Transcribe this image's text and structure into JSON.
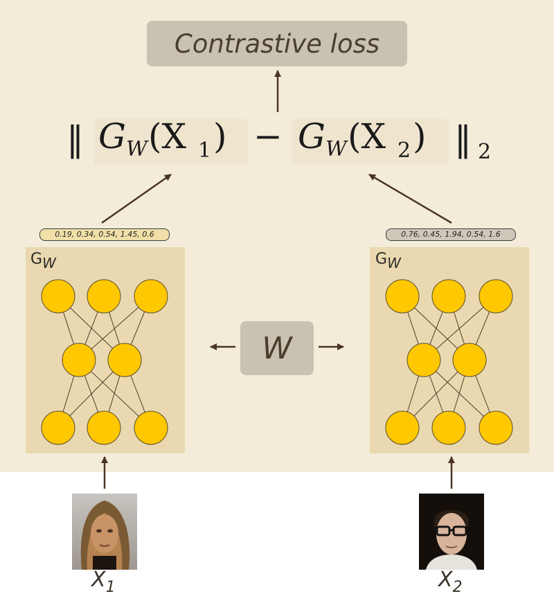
{
  "loss_label": "Contrastive loss",
  "shared_weights_label": "W",
  "formula": {
    "norm_open": "‖",
    "left_term": "G",
    "left_sub": "W",
    "left_arg": "(X",
    "left_idx": "1",
    "left_close": ")",
    "minus": "−",
    "right_term": "G",
    "right_sub": "W",
    "right_arg": "(X",
    "right_idx": "2",
    "right_close": ")",
    "norm_close": "‖",
    "norm_sub": "2"
  },
  "left_net": {
    "label": "G",
    "label_sub": "W",
    "embedding": "0.19, 0.34, 0.54, 1.45, 0.6"
  },
  "right_net": {
    "label": "G",
    "label_sub": "W",
    "embedding": "0.76, 0.45, 1.94, 0.54, 1.6"
  },
  "inputs": [
    {
      "label": "X",
      "sub": "1"
    },
    {
      "label": "X",
      "sub": "2"
    }
  ],
  "colors": {
    "background": "#f3ecd9",
    "box": "#c9c2b2",
    "network_panel": "#ead9b0",
    "neuron": "#ffc800",
    "arrow": "#4a3422"
  },
  "icons": [
    "face-photo-woman",
    "face-photo-man"
  ]
}
